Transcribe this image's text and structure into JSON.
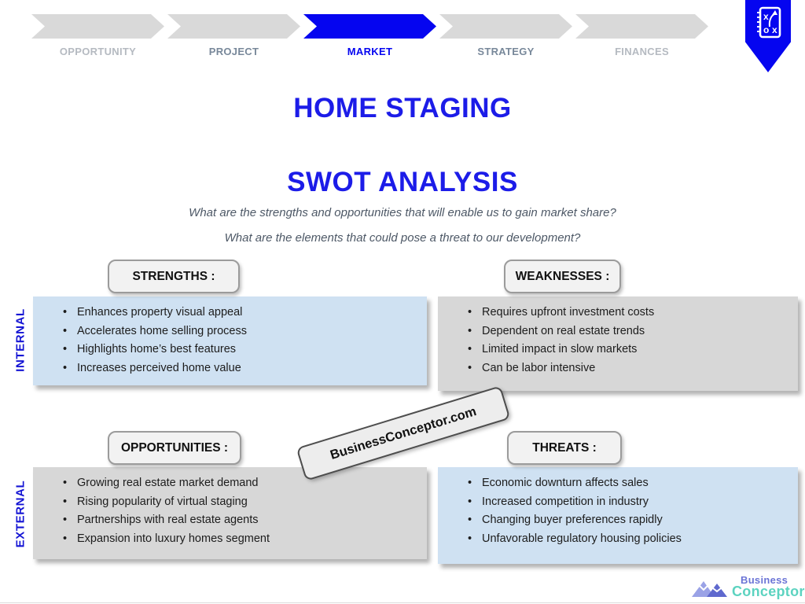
{
  "nav": {
    "steps": [
      {
        "label": "OPPORTUNITY"
      },
      {
        "label": "PROJECT"
      },
      {
        "label": "MARKET"
      },
      {
        "label": "STRATEGY"
      },
      {
        "label": "FINANCES"
      }
    ],
    "active_step": "MARKET"
  },
  "header": {
    "title": "HOME STAGING",
    "subtitle": "SWOT ANALYSIS",
    "question1": "What are the strengths and opportunities that will enable us to gain market share?",
    "question2": "What are the elements that could pose a threat to our development?"
  },
  "axis": {
    "internal": "INTERNAL",
    "external": "EXTERNAL"
  },
  "swot": {
    "bullet": "•",
    "strengths": {
      "label": "STRENGTHS :",
      "items": [
        "Enhances property visual appeal",
        "Accelerates home selling process",
        "Highlights home’s best features",
        "Increases perceived home value"
      ]
    },
    "weaknesses": {
      "label": "WEAKNESSES :",
      "items": [
        "Requires upfront investment costs",
        "Dependent on real estate trends",
        "Limited impact in slow markets",
        "Can be labor intensive"
      ]
    },
    "opportunities": {
      "label": "OPPORTUNITIES :",
      "items": [
        "Growing real estate market demand",
        "Rising popularity of virtual staging",
        "Partnerships with real estate agents",
        "Expansion into luxury homes segment"
      ]
    },
    "threats": {
      "label": "THREATS :",
      "items": [
        "Economic downturn affects sales",
        "Increased competition in industry",
        "Changing buyer preferences rapidly",
        "Unfavorable regulatory housing policies"
      ]
    }
  },
  "watermark": {
    "text": "BusinessConceptor.com"
  },
  "footer_logo": {
    "line1": "Business",
    "line2": "Conceptor"
  },
  "icons": {
    "bookmark_icon": "strategy-playbook-icon",
    "footer_icon": "mountains-icon"
  },
  "colors": {
    "accent_blue": "#0505f0",
    "title_blue": "#1c1ce8",
    "axis_blue": "#1414d4",
    "box_light_blue": "#cfe1f2",
    "box_gray": "#d7d7d7",
    "step_inactive_light": "#b5bac1",
    "step_inactive_dark": "#78889a",
    "logo_purple": "#6b74d6",
    "logo_teal": "#5cd3c0"
  }
}
